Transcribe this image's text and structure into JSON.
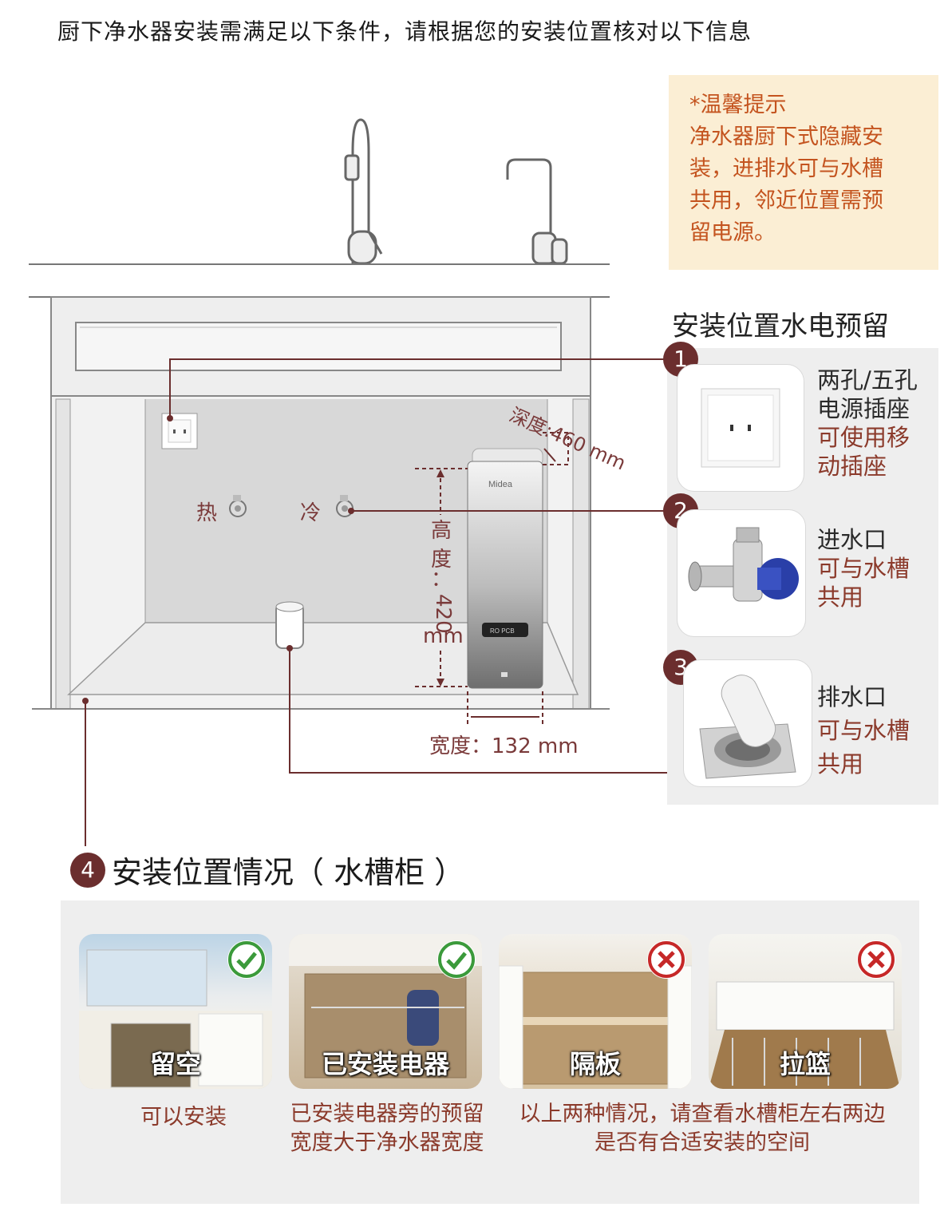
{
  "page_title": "厨下净水器安装需满足以下条件，请根据您的安装位置核对以下信息",
  "tip": {
    "lines": [
      "*温馨提示",
      "净水器厨下式隐藏安",
      "装，进排水可与水槽",
      "共用，邻近位置需预",
      "留电源。"
    ]
  },
  "diagram": {
    "hot_label": "热",
    "cold_label": "冷",
    "depth_label": "深度:460 mm",
    "height_label_chars": [
      "高",
      "度",
      "："
    ],
    "height_value": "420",
    "height_unit": "mm",
    "width_label": "宽度：132 mm",
    "purifier_brand": "Midea",
    "purifier_display": "RO PCB"
  },
  "right_section": {
    "title": "安装位置水电预留",
    "items": [
      {
        "num": "1",
        "title_lines": [
          "两孔/五孔",
          "电源插座"
        ],
        "desc_lines": [
          "可使用移",
          "动插座"
        ]
      },
      {
        "num": "2",
        "title_lines": [
          "进水口"
        ],
        "desc_lines": [
          "可与水槽",
          "共用"
        ]
      },
      {
        "num": "3",
        "title_lines": [
          "排水口"
        ],
        "desc_lines": [
          "可与水槽",
          "共用"
        ]
      }
    ]
  },
  "section4": {
    "num": "4",
    "title": "安装位置情况（ 水槽柜 ）",
    "cases": [
      {
        "label": "留空",
        "status": "ok"
      },
      {
        "label": "已安装电器",
        "status": "ok"
      },
      {
        "label": "隔板",
        "status": "no"
      },
      {
        "label": "拉篮",
        "status": "no"
      }
    ],
    "desc1": [
      "可以安装"
    ],
    "desc2": [
      "已安装电器旁的预留",
      "宽度大于净水器宽度"
    ],
    "desc3": [
      "以上两种情况，请查看水槽柜左右两边",
      "是否有合适安装的空间"
    ]
  },
  "colors": {
    "accent": "#6b2e2e",
    "tip_bg": "#fbeed4",
    "tip_text": "#c4541f",
    "ok": "#3b9a3b",
    "no": "#c62828"
  }
}
